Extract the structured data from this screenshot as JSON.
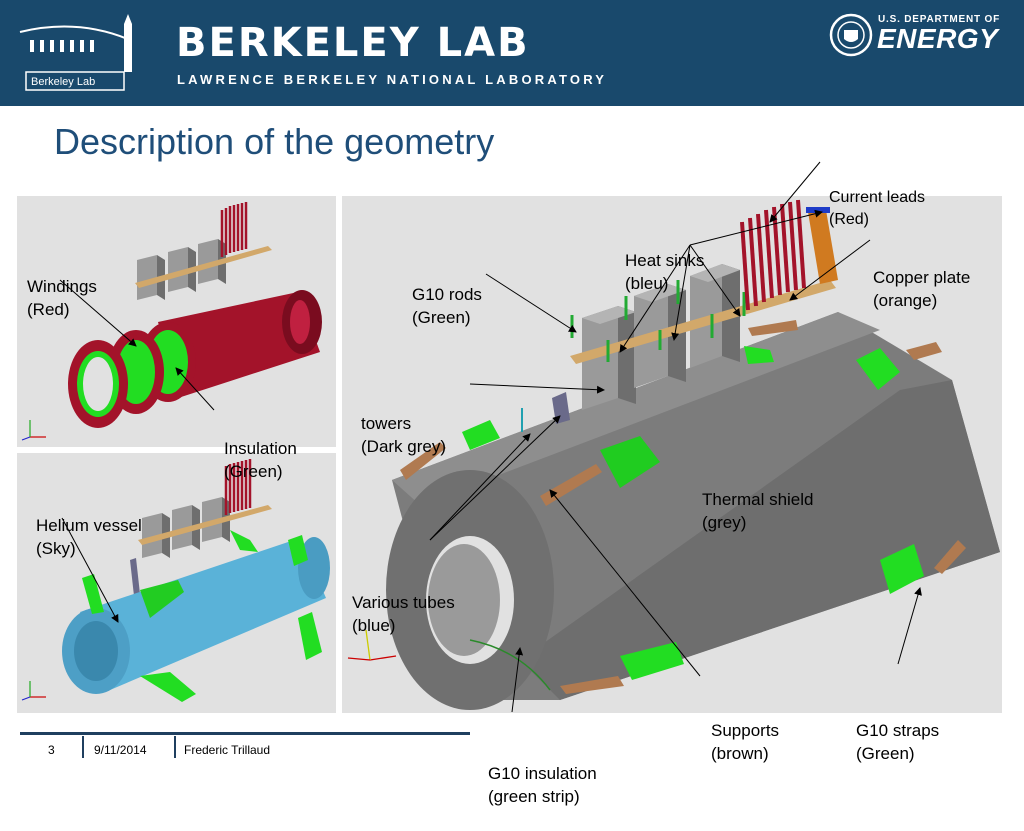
{
  "header": {
    "logo_text": "Berkeley Lab",
    "title": "BERKELEY LAB",
    "subtitle": "LAWRENCE BERKELEY NATIONAL LABORATORY",
    "doe_small": "U.S. DEPARTMENT OF",
    "doe_big": "ENERGY"
  },
  "slide_title": "Description of the geometry",
  "labels": {
    "windings": [
      "Windings",
      "(Red)"
    ],
    "insulation": [
      "Insulation",
      "(Green)"
    ],
    "helium_vessel": [
      "Helium vessel",
      "(Sky)"
    ],
    "g10_rods": [
      "G10 rods",
      "(Green)"
    ],
    "heat_sinks": [
      "Heat sinks",
      "(bleu)"
    ],
    "current_leads": [
      "Current leads",
      "(Red)"
    ],
    "copper_plate": [
      "Copper plate",
      "(orange)"
    ],
    "towers": [
      "towers",
      "(Dark grey)"
    ],
    "thermal_shield": [
      "Thermal shield",
      "(grey)"
    ],
    "various_tubes": [
      "Various tubes",
      "(blue)"
    ],
    "supports": [
      "Supports",
      "(brown)"
    ],
    "g10_straps": [
      "G10 straps",
      "(Green)"
    ],
    "g10_insulation": [
      "G10 insulation",
      "(green strip)"
    ]
  },
  "footer": {
    "page": "3",
    "date": "9/11/2014",
    "author": "Frederic Trillaud"
  },
  "colors": {
    "header_bg": "#19496c",
    "title": "#1f4e79",
    "windings": "#a3132a",
    "insulation": "#22dd22",
    "helium": "#5ab2d8",
    "shield": "#7a7a7a",
    "tower": "#8f8f8f",
    "copper": "#d07a20",
    "support": "#b07a50"
  }
}
